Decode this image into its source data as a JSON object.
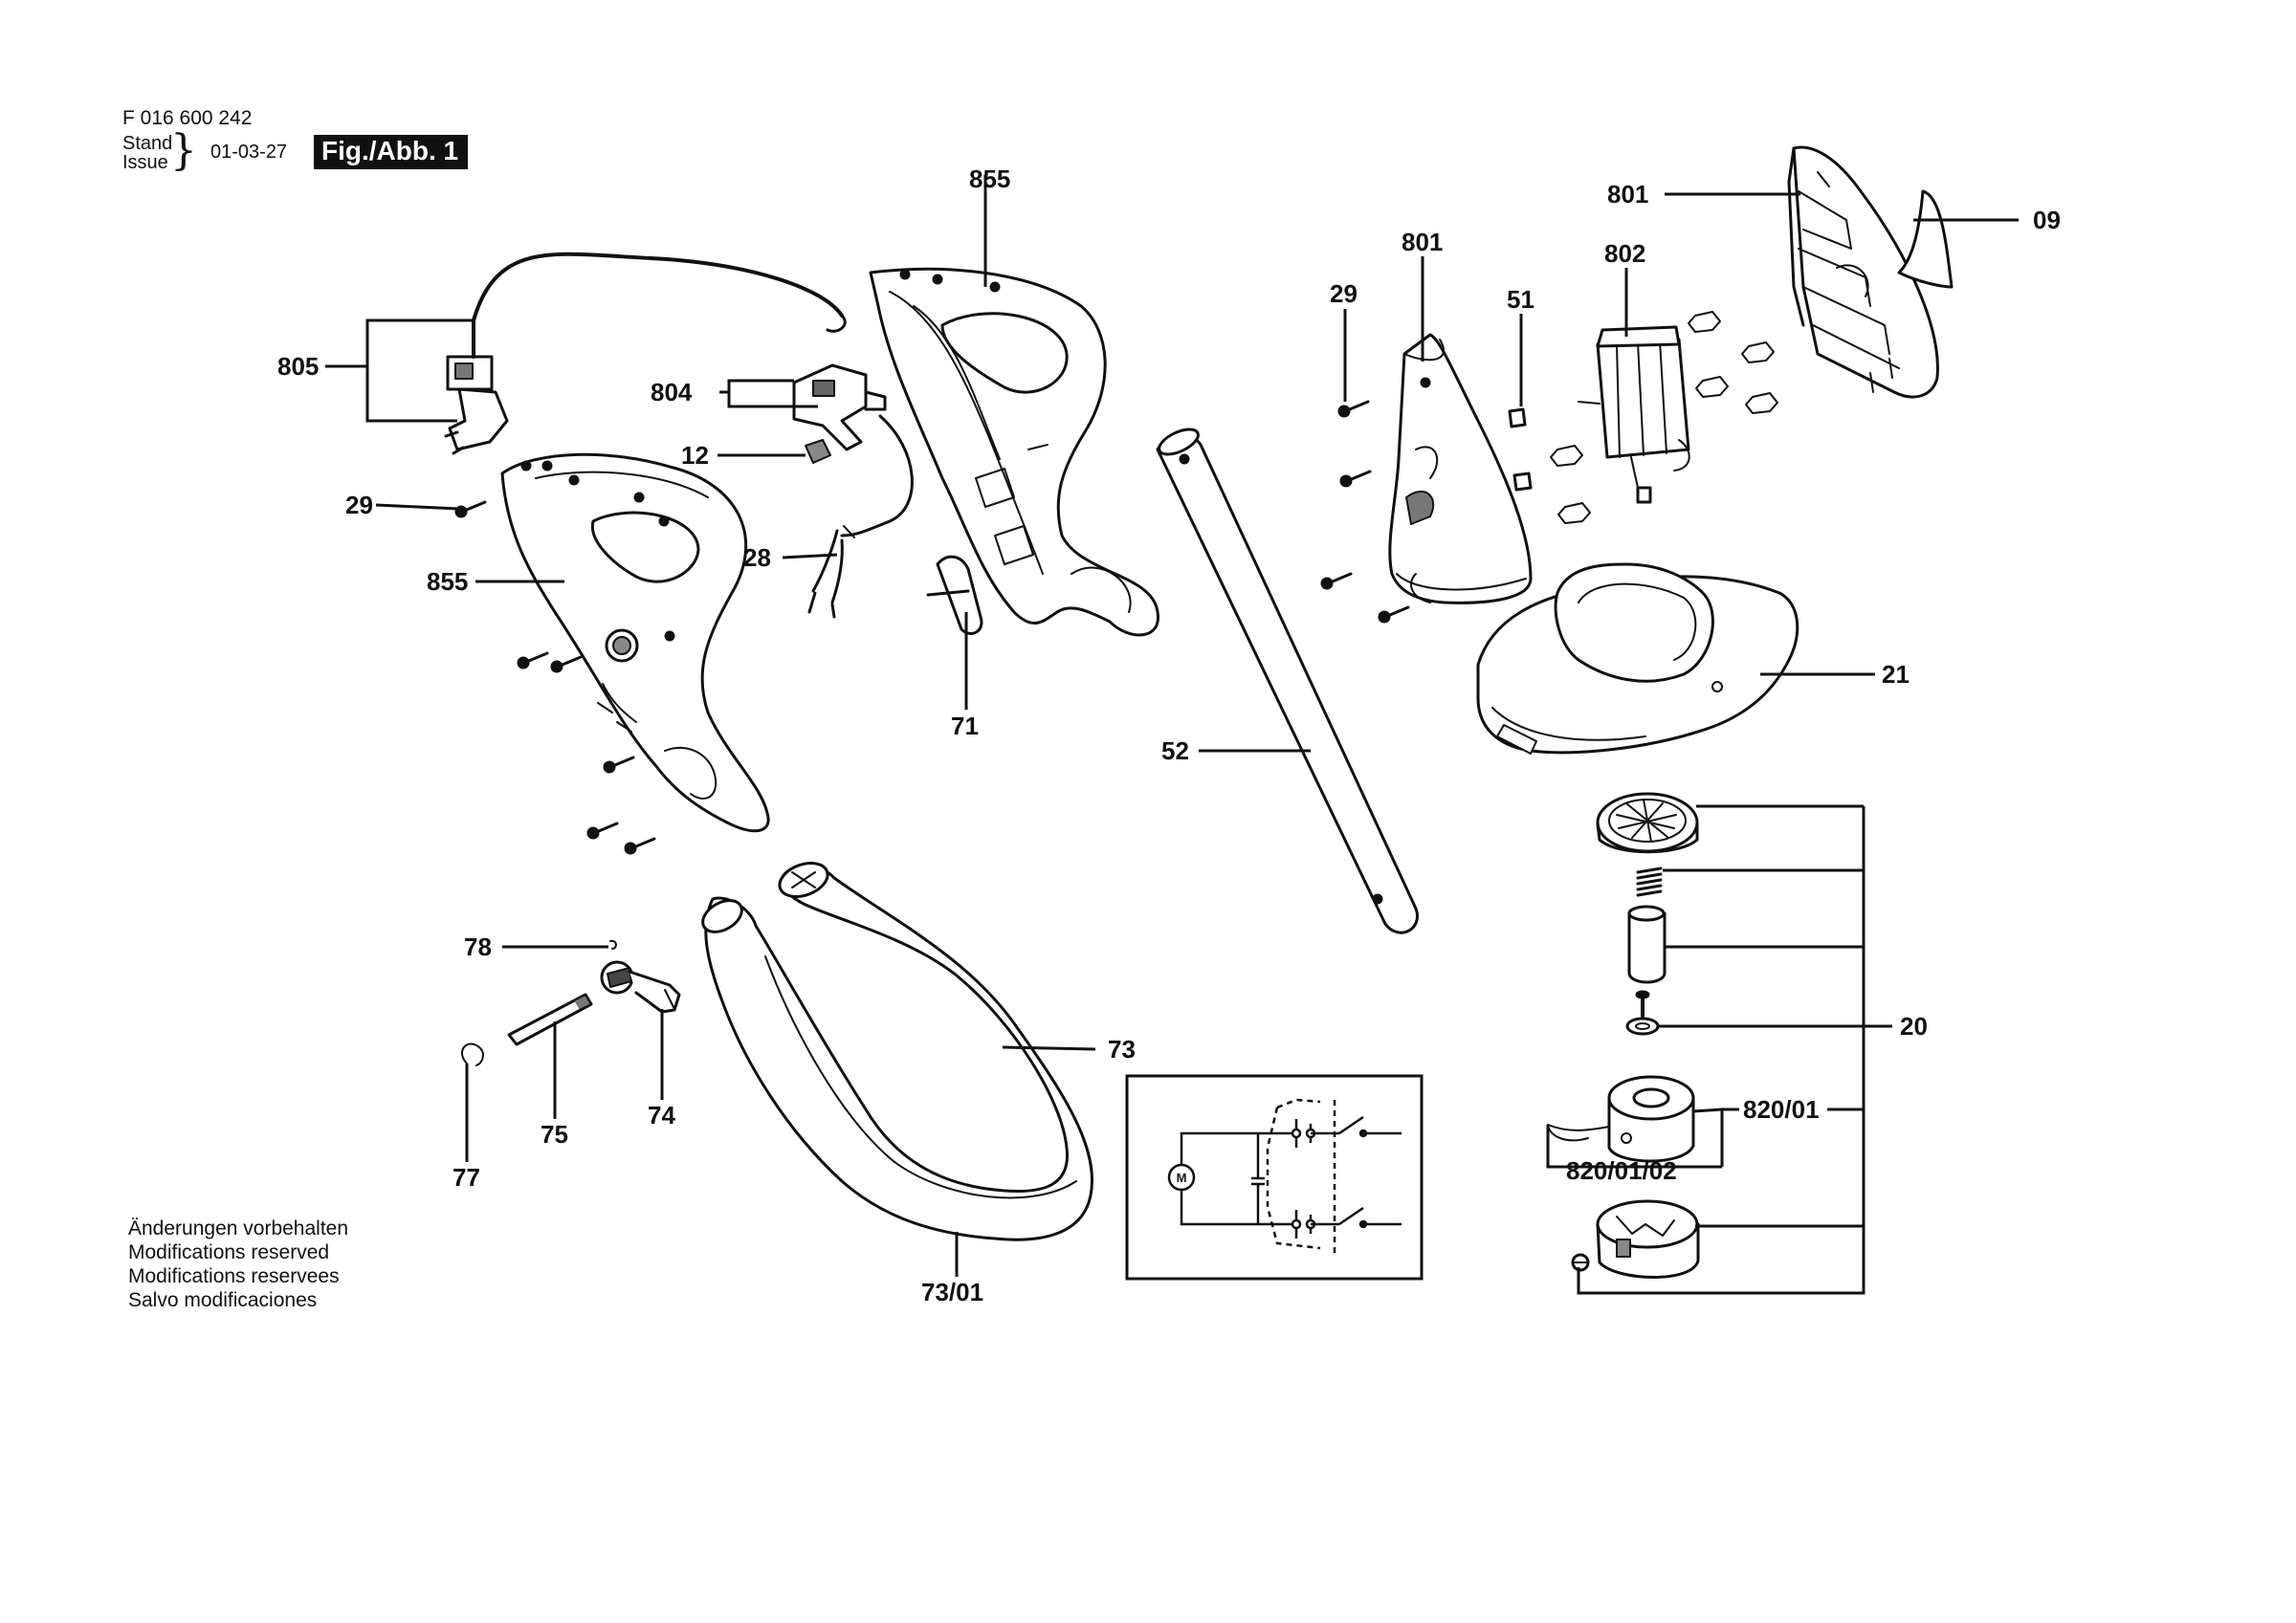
{
  "header": {
    "document_number": "F 016 600 242",
    "stand_label": "Stand",
    "issue_label": "Issue",
    "date": "01-03-27",
    "figure_label": "Fig./Abb. 1"
  },
  "notes": [
    "Änderungen vorbehalten",
    "Modifications reserved",
    "Modifications reservees",
    "Salvo modificaciones"
  ],
  "callouts": {
    "c855_top": "855",
    "c855_left": "855",
    "c805": "805",
    "c804": "804",
    "c12": "12",
    "c29_left": "29",
    "c28": "28",
    "c71": "71",
    "c801_top": "801",
    "c801_mid": "801",
    "c09": "09",
    "c802": "802",
    "c29_mid": "29",
    "c51": "51",
    "c52": "52",
    "c21": "21",
    "c20": "20",
    "c820_01": "820/01",
    "c820_01_02": "820/01/02",
    "c78": "78",
    "c75": "75",
    "c74": "74",
    "c77": "77",
    "c73": "73",
    "c73_01": "73/01"
  },
  "schematic": {
    "motor_symbol": "M"
  }
}
